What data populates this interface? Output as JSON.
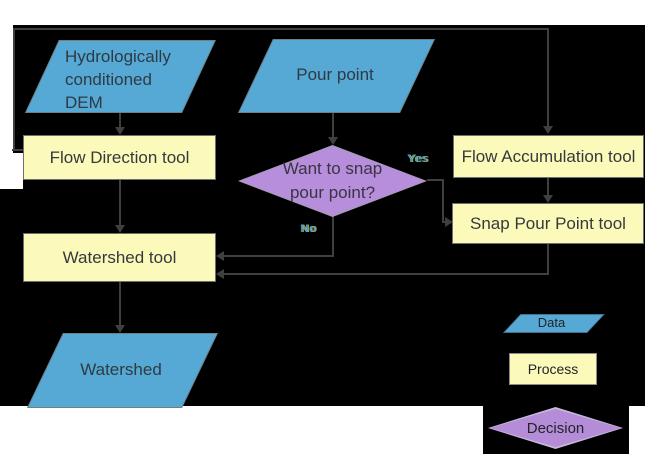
{
  "colors": {
    "background": "#000000",
    "page": "#ffffff",
    "data_fill": "#55a9d4",
    "process_fill": "#fcfabb",
    "decision_fill": "#b78edb",
    "connector": "#3f3f3f"
  },
  "nodes": {
    "dem": {
      "line1": "Hydrologically",
      "line2": "conditioned",
      "line3": "DEM"
    },
    "pour_point": {
      "label": "Pour point"
    },
    "flow_direction": {
      "label": "Flow Direction tool"
    },
    "flow_accumulation": {
      "label": "Flow Accumulation tool"
    },
    "snap_pour_point": {
      "label": "Snap Pour Point tool"
    },
    "decision": {
      "line1": "Want to snap",
      "line2": "pour point?"
    },
    "watershed_tool": {
      "label": "Watershed tool"
    },
    "watershed": {
      "label": "Watershed"
    }
  },
  "edge_labels": {
    "yes": "Yes",
    "no": "No"
  },
  "legend": {
    "data": "Data",
    "process": "Process",
    "decision": "Decision"
  }
}
